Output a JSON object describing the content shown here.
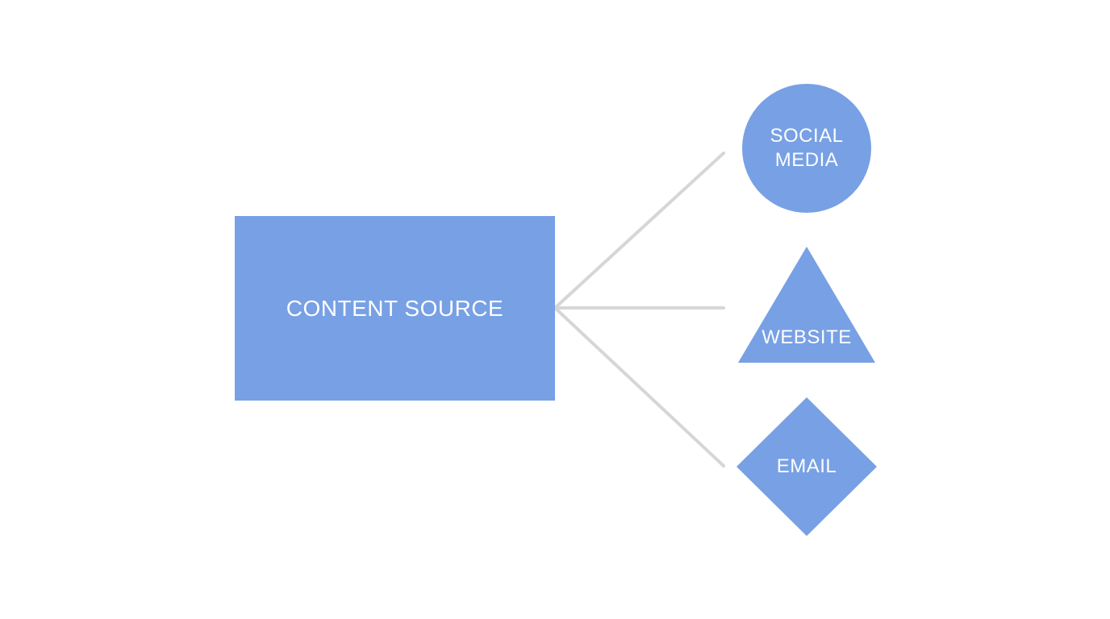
{
  "diagram": {
    "background_color": "#ffffff",
    "colors": {
      "background": "#ffffff",
      "shape_fill": "#78a0e4",
      "connector": "#d6d6d6",
      "label_text": "#fbfdff"
    },
    "nodes": [
      {
        "id": "content-source",
        "shape": "rectangle",
        "label": "CONTENT SOURCE"
      },
      {
        "id": "social-media",
        "shape": "circle",
        "label": "SOCIAL MEDIA"
      },
      {
        "id": "website",
        "shape": "triangle",
        "label": "WEBSITE"
      },
      {
        "id": "email",
        "shape": "diamond",
        "label": "EMAIL"
      }
    ],
    "connectors": [
      {
        "from": "content-source",
        "to": "social-media"
      },
      {
        "from": "content-source",
        "to": "website"
      },
      {
        "from": "content-source",
        "to": "email"
      }
    ]
  }
}
